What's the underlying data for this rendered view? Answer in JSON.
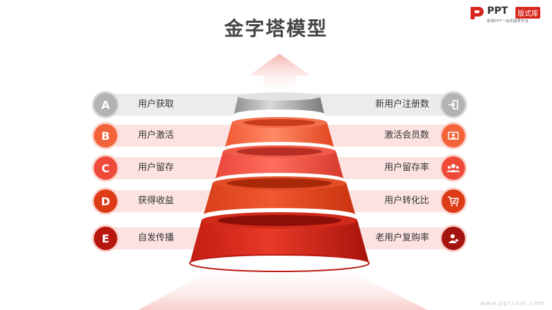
{
  "title": "金字塔模型",
  "logo": {
    "brand": "PPT",
    "badge": "版式库",
    "tagline": "职场PPT一站式图表平台"
  },
  "watermark": "www.pptcool.com",
  "levels": [
    {
      "letter": "A",
      "left_label": "用户获取",
      "right_label": "新用户注册数",
      "icon": "sign-in-icon"
    },
    {
      "letter": "B",
      "left_label": "用户激活",
      "right_label": "激活会员数",
      "icon": "member-card-icon"
    },
    {
      "letter": "C",
      "left_label": "用户留存",
      "right_label": "用户留存率",
      "icon": "users-group-icon"
    },
    {
      "letter": "D",
      "left_label": "获得收益",
      "right_label": "用户转化比",
      "icon": "cart-check-icon"
    },
    {
      "letter": "E",
      "left_label": "自发传播",
      "right_label": "老用户复购率",
      "icon": "user-star-icon"
    }
  ],
  "colors": {
    "accent": "#d7261e",
    "gray": "#b9b9b9",
    "tier_b": "#f2633a",
    "tier_c": "#ee4a3a",
    "tier_d": "#dd3a16",
    "tier_e": "#c81a12"
  }
}
